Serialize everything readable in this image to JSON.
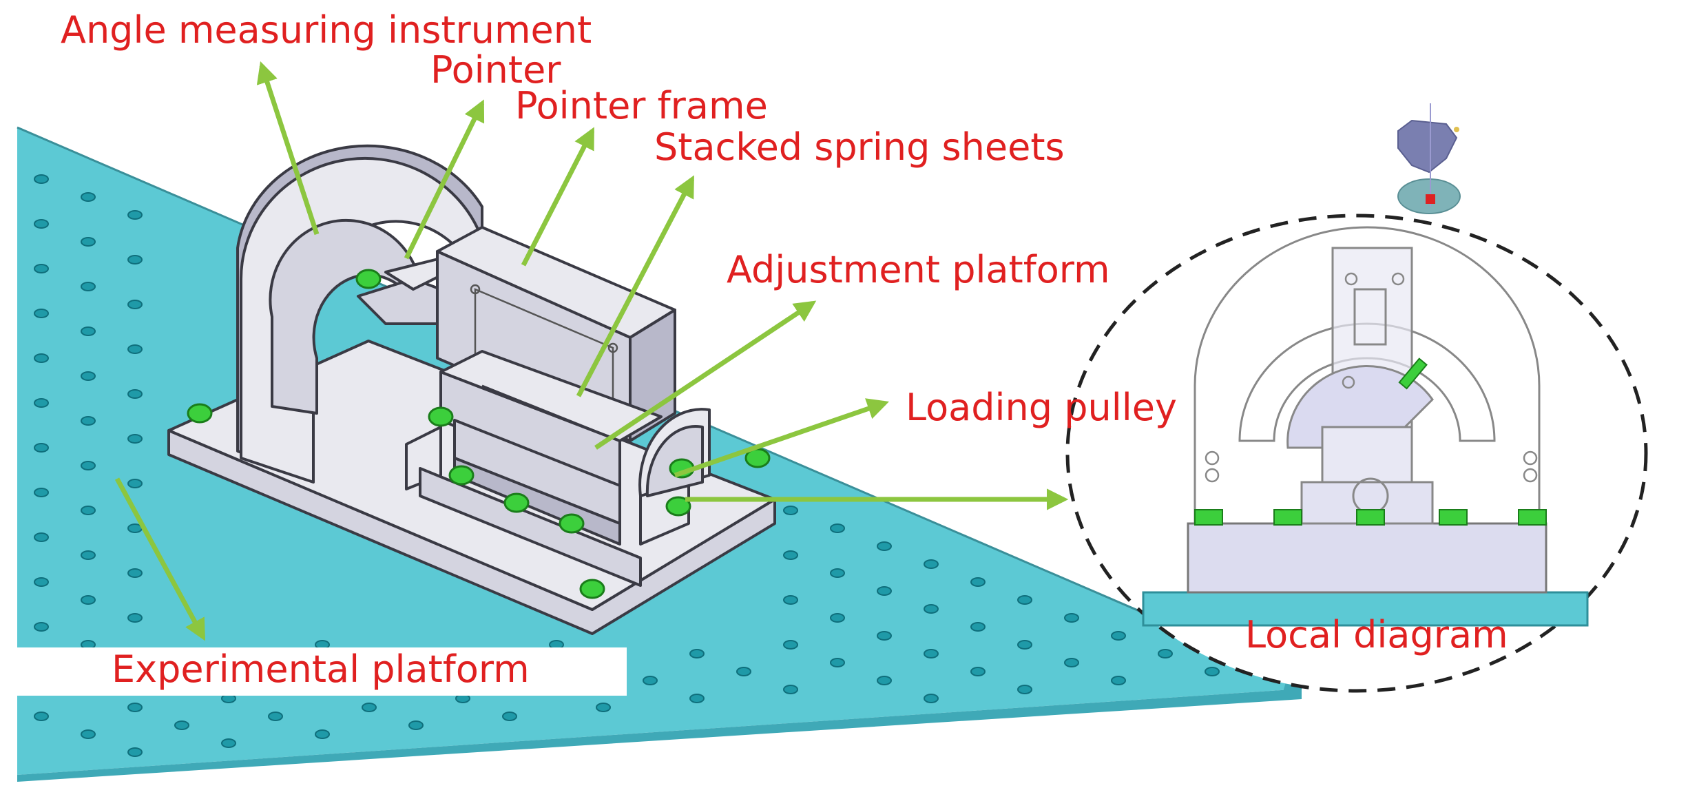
{
  "labels": {
    "angle_measuring_instrument": "Angle measuring instrument",
    "pointer": "Pointer",
    "pointer_frame": "Pointer frame",
    "stacked_spring_sheets": "Stacked spring sheets",
    "adjustment_platform": "Adjustment platform",
    "loading_pulley": "Loading pulley",
    "experimental_platform": "Experimental platform",
    "local_diagram": "Local diagram"
  },
  "colors": {
    "label_text": "#e02020",
    "arrow": "#8cc63f",
    "platform_top": "#5cc9d4",
    "platform_edge": "#3fa9b7",
    "bolt": "#3ccf3c"
  }
}
